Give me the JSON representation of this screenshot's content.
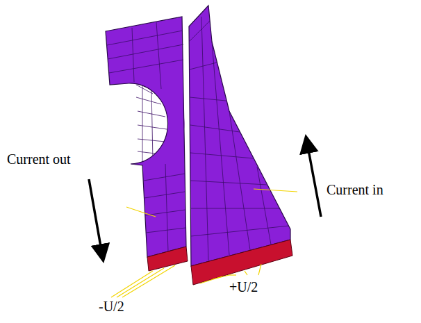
{
  "diagram": {
    "labels": [
      "Current out",
      "Current in",
      "-U/2",
      "+U/2"
    ]
  }
}
